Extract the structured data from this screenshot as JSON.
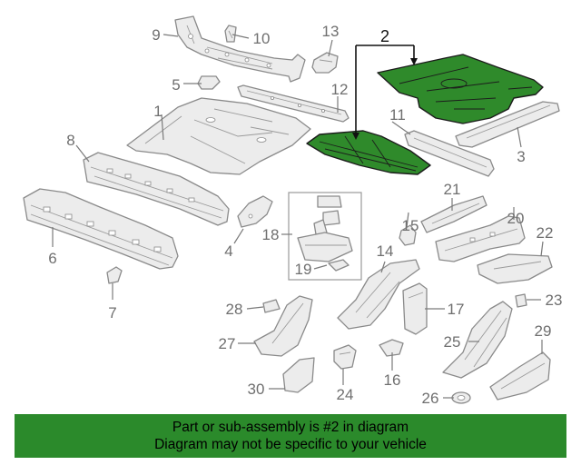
{
  "callouts": [
    {
      "id": "1",
      "label": "1"
    },
    {
      "id": "2",
      "label": "2"
    },
    {
      "id": "3",
      "label": "3"
    },
    {
      "id": "4",
      "label": "4"
    },
    {
      "id": "5",
      "label": "5"
    },
    {
      "id": "6",
      "label": "6"
    },
    {
      "id": "7",
      "label": "7"
    },
    {
      "id": "8",
      "label": "8"
    },
    {
      "id": "9",
      "label": "9"
    },
    {
      "id": "10",
      "label": "10"
    },
    {
      "id": "11",
      "label": "11"
    },
    {
      "id": "12",
      "label": "12"
    },
    {
      "id": "13",
      "label": "13"
    },
    {
      "id": "14",
      "label": "14"
    },
    {
      "id": "15",
      "label": "15"
    },
    {
      "id": "16",
      "label": "16"
    },
    {
      "id": "17",
      "label": "17"
    },
    {
      "id": "18",
      "label": "18"
    },
    {
      "id": "19",
      "label": "19"
    },
    {
      "id": "20",
      "label": "20"
    },
    {
      "id": "21",
      "label": "21"
    },
    {
      "id": "22",
      "label": "22"
    },
    {
      "id": "23",
      "label": "23"
    },
    {
      "id": "24",
      "label": "24"
    },
    {
      "id": "25",
      "label": "25"
    },
    {
      "id": "26",
      "label": "26"
    },
    {
      "id": "27",
      "label": "27"
    },
    {
      "id": "28",
      "label": "28"
    },
    {
      "id": "29",
      "label": "29"
    },
    {
      "id": "30",
      "label": "30"
    }
  ],
  "highlighted_callout": "2",
  "colors": {
    "highlight": "#2f8a2b",
    "banner": "#2b8a2b",
    "part": "#ececec",
    "outline": "#8a8a8a"
  },
  "banner": {
    "line1": "Part or sub-assembly is #2 in diagram",
    "line2": "Diagram may not be specific to your vehicle"
  }
}
